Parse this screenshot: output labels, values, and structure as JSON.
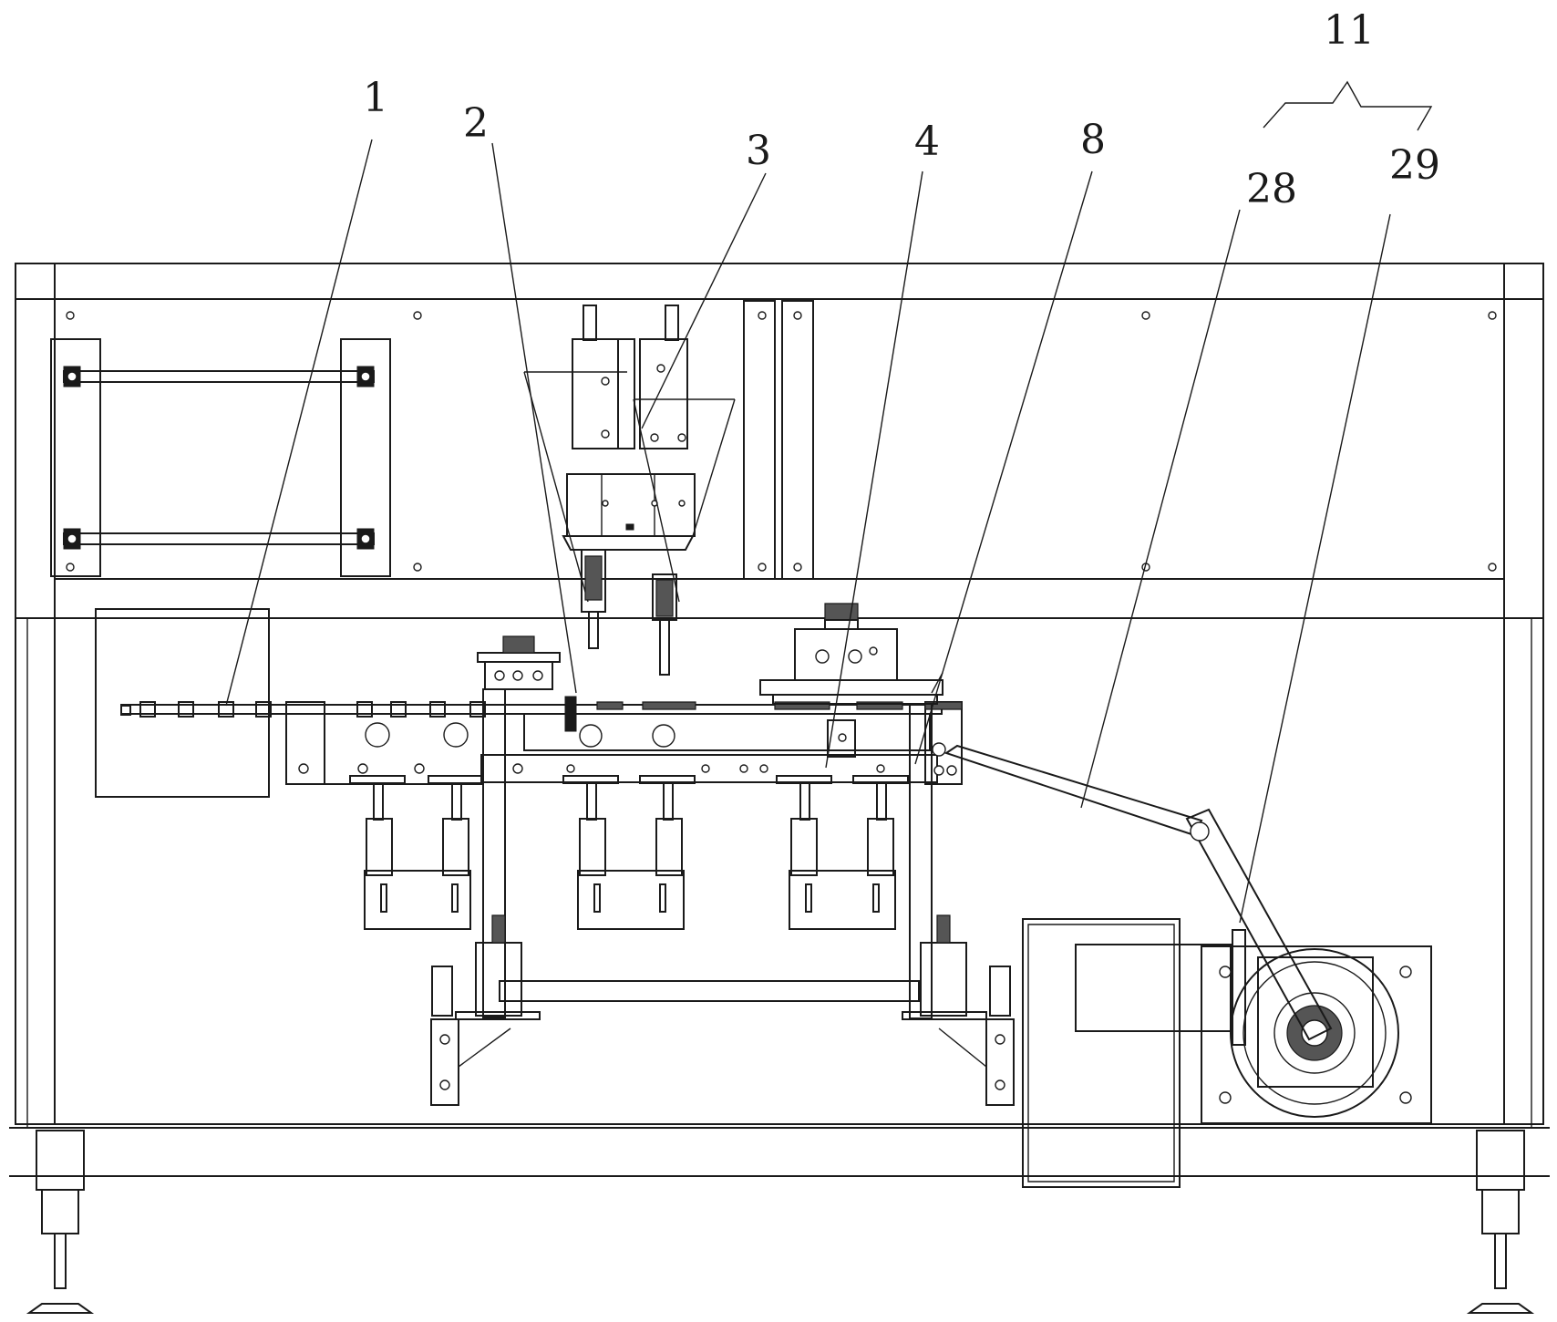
{
  "labels": {
    "l1": "1",
    "l2": "2",
    "l3": "3",
    "l4": "4",
    "l8": "8",
    "l11": "11",
    "l28": "28",
    "l29": "29"
  }
}
